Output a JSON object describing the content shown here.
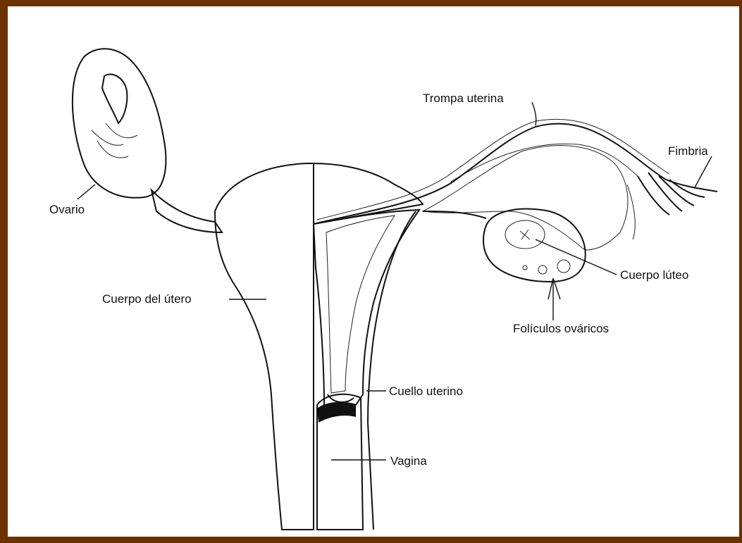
{
  "diagram": {
    "labels": {
      "ovario": "Ovario",
      "trompa": "Trompa uterina",
      "fimbria": "Fimbria",
      "cuerpo_utero": "Cuerpo del útero",
      "cuerpo_luteo": "Cuerpo lúteo",
      "foliculos": "Folículos ováricos",
      "cuello": "Cuello uterino",
      "vagina": "Vagina"
    }
  },
  "colors": {
    "frame": "#6b3200",
    "outer_background": "#fbe7bd",
    "panel": "#ffffff",
    "ink": "#111111"
  }
}
